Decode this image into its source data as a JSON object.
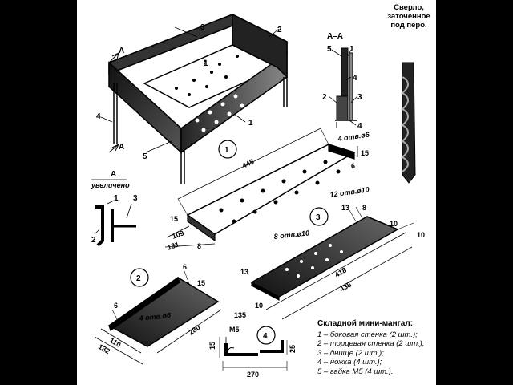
{
  "drill_note": [
    "Сверло,",
    "заточенное",
    "под перо."
  ],
  "section_title": "А–А",
  "section_mark": "А",
  "enlarged": {
    "letter": "А",
    "word": "увеличено"
  },
  "part_numbers": {
    "main": [
      "1",
      "2",
      "3",
      "4",
      "5"
    ],
    "section": [
      "5",
      "1",
      "4",
      "2",
      "3",
      "4"
    ],
    "detail": [
      "1",
      "3",
      "2"
    ]
  },
  "circled": [
    "1",
    "2",
    "3",
    "4"
  ],
  "dims_part1": {
    "length": "445",
    "holes": "4 отв.ø6",
    "holes2": "12 отв.ø10",
    "h15": "15",
    "d6": "6",
    "w109": "109",
    "w131": "131",
    "d8": "8",
    "h15b": "15"
  },
  "dims_part3": {
    "d13": "13",
    "d8": "8",
    "d10a": "10",
    "d10b": "10",
    "holes": "8 отв.ø10",
    "l418": "418",
    "l438": "438",
    "d13b": "13",
    "d10c": "10",
    "d135": "135"
  },
  "dims_part2": {
    "d6": "6",
    "h15": "15",
    "d6b": "6",
    "holes": "4 отв.ø6",
    "l280": "280",
    "w110": "110",
    "w132": "132"
  },
  "dims_part4": {
    "thread": "М5",
    "h15": "15",
    "h25": "25",
    "w270": "270"
  },
  "legend": {
    "title": "Складной мини-мангал:",
    "items": [
      "1 – боковая стенка (2 шт.);",
      "2 – торцевая стенка (2 шт.);",
      "3 – днище (2 шт.);",
      "4 – ножка (4 шт.);",
      "5 – гайка М5 (4 шт.)."
    ]
  }
}
